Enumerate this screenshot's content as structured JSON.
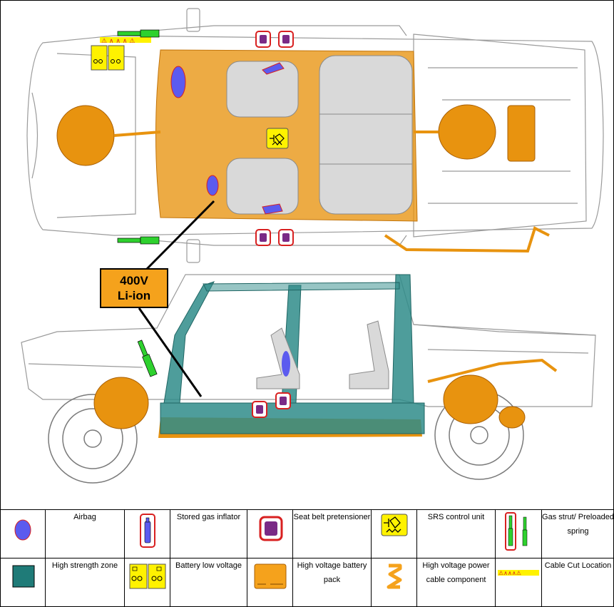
{
  "callout": {
    "line1": "400V",
    "line2": "Li-ion"
  },
  "legend": [
    [
      {
        "icon": "airbag-icon",
        "label": "Airbag"
      },
      {
        "icon": "stored-gas-inflator-icon",
        "label": "Stored gas inflator"
      },
      {
        "icon": "seat-belt-pretensioner-icon",
        "label": "Seat belt pretensioner"
      },
      {
        "icon": "srs-control-unit-icon",
        "label": "SRS control unit"
      },
      {
        "icon": "gas-strut-icon",
        "label": "Gas strut/ Preloaded spring"
      }
    ],
    [
      {
        "icon": "high-strength-zone-icon",
        "label": "High strength zone"
      },
      {
        "icon": "battery-low-voltage-icon",
        "label": "Battery low voltage"
      },
      {
        "icon": "high-voltage-battery-pack-icon",
        "label": "High voltage battery pack"
      },
      {
        "icon": "high-voltage-cable-icon",
        "label": "High voltage power cable component"
      },
      {
        "icon": "cable-cut-location-icon",
        "label": "Cable Cut Location"
      }
    ]
  ],
  "colors": {
    "airbag": "#5b5bef",
    "high_voltage": "#e8930f",
    "high_strength": "#2f8c8a",
    "gas_strut": "#2ed12e",
    "srs": "#fff200",
    "pretensioner": "#7a2a86",
    "outline_red": "#d82020"
  }
}
